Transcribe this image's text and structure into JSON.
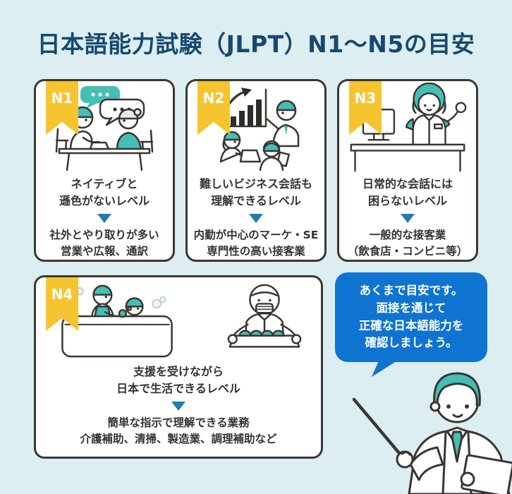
{
  "page": {
    "title": "日本語能力試験（JLPT）N1〜N5の目安"
  },
  "colors": {
    "background": "#dceef2",
    "title_navy": "#17496f",
    "ribbon_yellow": "#f6c42f",
    "card_border": "#3b3835",
    "accent_teal": "#44bfb5",
    "arrow_blue": "#1e7ab2",
    "bubble_blue": "#0f73d2",
    "body_text": "#333333"
  },
  "cards": [
    {
      "badge": "N1",
      "illustration": "two-people-talking-at-table",
      "level_lines": [
        "ネイティブと",
        "遜色がないレベル"
      ],
      "jobs_lines": [
        "社外とやり取りが多い",
        "営業や広報、通訳"
      ]
    },
    {
      "badge": "N2",
      "illustration": "business-meeting-with-growth-chart",
      "level_lines": [
        "難しいビジネス会話も",
        "理解できるレベル"
      ],
      "jobs_lines": [
        "内勤が中心のマーケ・SE",
        "専門性の高い接客業"
      ]
    },
    {
      "badge": "N3",
      "illustration": "shop-clerk-at-counter",
      "level_lines": [
        "日常的な会話には",
        "困らないレベル"
      ],
      "jobs_lines": [
        "一般的な接客業",
        "（飲食店・コンビニ等）"
      ]
    },
    {
      "badge": "N4",
      "illustration": "bathing-care-and-food-factory-work",
      "level_lines": [
        "支援を受けながら",
        "日本で生活できるレベル"
      ],
      "jobs_lines": [
        "簡単な指示で理解できる業務",
        "介護補助、清掃、製造業、調理補助など"
      ]
    }
  ],
  "note_bubble": {
    "lines": [
      "あくまで目安です。",
      "面接を通じて",
      "正確な日本語能力を",
      "確認しましょう。"
    ]
  }
}
